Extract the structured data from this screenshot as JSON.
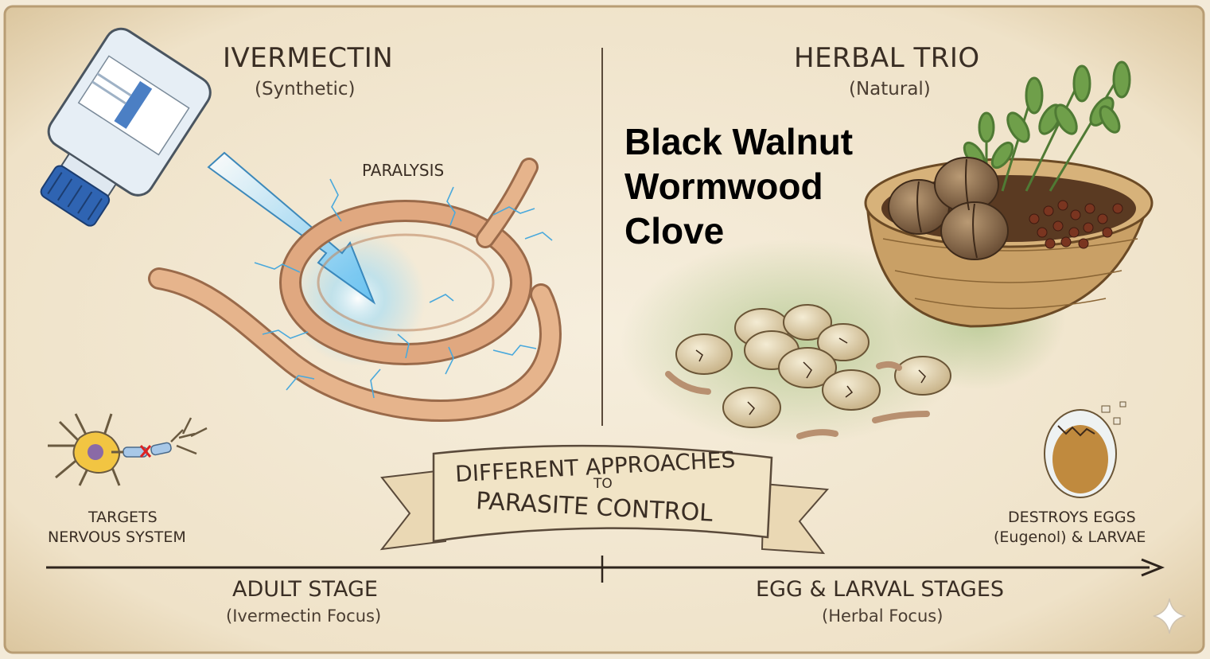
{
  "left_panel": {
    "title": "IVERMECTIN",
    "subtitle": "(Synthetic)",
    "effect_label": "PARALYSIS",
    "target_line1": "TARGETS",
    "target_line2": "NERVOUS SYSTEM"
  },
  "right_panel": {
    "title": "HERBAL TRIO",
    "subtitle": "(Natural)",
    "herbs": [
      "Black Walnut",
      "Wormwood",
      "Clove"
    ],
    "effect_line1": "DESTROYS EGGS",
    "effect_line2": "(Eugenol) & LARVAE"
  },
  "banner": {
    "line1": "DIFFERENT APPROACHES",
    "line2": "TO",
    "line3": "PARASITE CONTROL"
  },
  "timeline": {
    "left_stage": "ADULT STAGE",
    "left_focus": "(Ivermectin Focus)",
    "right_stage": "EGG & LARVAL STAGES",
    "right_focus": "(Herbal Focus)"
  },
  "colors": {
    "parchment": "#f3ead8",
    "ink": "#3a2e24",
    "worm": "#d9a47e",
    "electric_blue": "#6ec8f0",
    "herbal_green": "#8fb56a"
  }
}
